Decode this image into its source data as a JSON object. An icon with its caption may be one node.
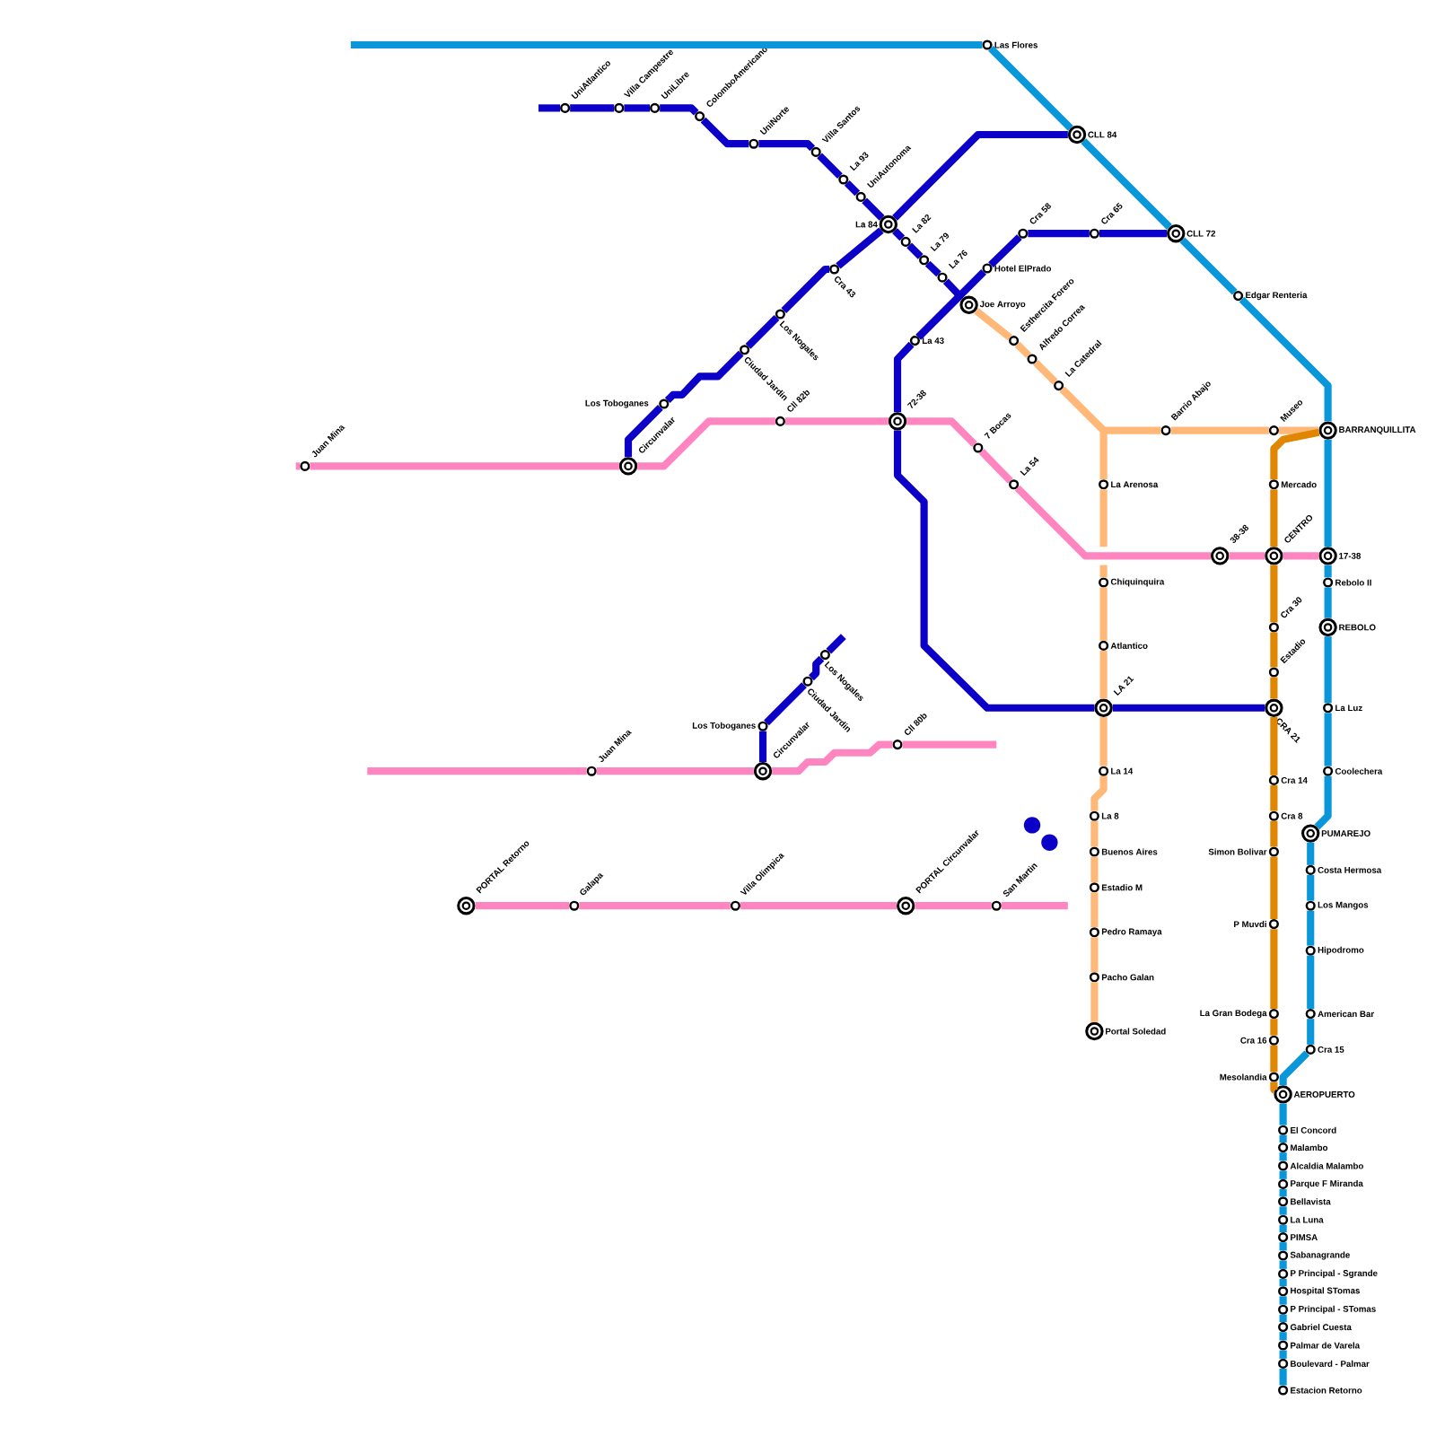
{
  "diagram": {
    "nodes": [
      {
        "text": [
          "Las Flores"
        ]
      },
      {
        "text": [
          "CLL 84"
        ]
      },
      {
        "text": [
          "CLL 72"
        ]
      },
      {
        "text": [
          "Edgar Renteria"
        ]
      },
      {
        "text": [
          "BARRANQUILLITA"
        ]
      },
      {
        "text": [
          "17-38"
        ]
      },
      {
        "text": [
          "Rebolo II"
        ]
      },
      {
        "text": [
          "REBOLO"
        ]
      },
      {
        "text": [
          "La Luz"
        ]
      },
      {
        "text": [
          "Coolechera"
        ]
      },
      {
        "text": [
          "PUMAREJO"
        ]
      },
      {
        "text": [
          "Costa Hermosa"
        ]
      },
      {
        "text": [
          "Los Mangos"
        ]
      },
      {
        "text": [
          "Hipodromo"
        ]
      },
      {
        "text": [
          "American Bar"
        ]
      },
      {
        "text": [
          "Cra 15"
        ]
      },
      {
        "text": [
          "AEROPUERTO"
        ]
      },
      {
        "text": [
          "El Concord"
        ]
      },
      {
        "text": [
          "Malambo"
        ]
      },
      {
        "text": [
          "Alcaldia Malambo"
        ]
      },
      {
        "text": [
          "Parque F Miranda"
        ]
      },
      {
        "text": [
          "Bellavista"
        ]
      },
      {
        "text": [
          "La Luna"
        ]
      },
      {
        "text": [
          "PIMSA"
        ]
      },
      {
        "text": [
          "Sabanagrande"
        ]
      },
      {
        "text": [
          "P Principal - Sgrande"
        ]
      },
      {
        "text": [
          "Hospital STomas"
        ]
      },
      {
        "text": [
          "P Principal - STomas"
        ]
      },
      {
        "text": [
          "Gabriel Cuesta"
        ]
      },
      {
        "text": [
          "Palmar de Varela"
        ]
      },
      {
        "text": [
          "Boulevard - Palmar"
        ]
      },
      {
        "text": [
          "Estacion Retorno"
        ]
      },
      {
        "text": [
          "UniAtlantico"
        ]
      },
      {
        "text": [
          "Villa Campestre"
        ]
      },
      {
        "text": [
          "UniLibre"
        ]
      },
      {
        "text": [
          "ColomboAmericano"
        ]
      },
      {
        "text": [
          "UniNorte"
        ]
      },
      {
        "text": [
          "Villa Santos"
        ]
      },
      {
        "text": [
          "La 93"
        ]
      },
      {
        "text": [
          "UniAutonoma"
        ]
      },
      {
        "text": [
          "La 84"
        ]
      },
      {
        "text": [
          "La 82"
        ]
      },
      {
        "text": [
          "La 79"
        ]
      },
      {
        "text": [
          "La 76"
        ]
      },
      {
        "text": [
          "Cra 43"
        ]
      },
      {
        "text": [
          "Los Nogales"
        ]
      },
      {
        "text": [
          "Ciudad Jardin"
        ]
      },
      {
        "text": [
          "Los Toboganes"
        ]
      },
      {
        "text": [
          "Circunvalar"
        ]
      },
      {
        "text": [
          "Hotel ElPrado"
        ]
      },
      {
        "text": [
          "Cra 58"
        ]
      },
      {
        "text": [
          "Cra 65"
        ]
      },
      {
        "text": [
          "La 43"
        ]
      },
      {
        "text": [
          "72-38"
        ]
      },
      {
        "text": [
          "LA 21"
        ]
      },
      {
        "text": [
          "CRA 21"
        ]
      },
      {
        "text": [
          "Juan Mina"
        ]
      },
      {
        "text": [
          "Cll 82b"
        ]
      },
      {
        "text": [
          "7 Bocas"
        ]
      },
      {
        "text": [
          "La 54"
        ]
      },
      {
        "text": [
          "38-38"
        ]
      },
      {
        "text": [
          "CENTRO"
        ]
      },
      {
        "text": [
          "Juan Mina"
        ]
      },
      {
        "text": [
          "Circunvalar"
        ]
      },
      {
        "text": [
          "Cll 80b"
        ]
      },
      {
        "text": [
          "Los Toboganes"
        ]
      },
      {
        "text": [
          "Ciudad Jardin"
        ]
      },
      {
        "text": [
          "Los Nogales"
        ]
      },
      {
        "text": [
          "PORTAL Retorno"
        ]
      },
      {
        "text": [
          "Galapa"
        ]
      },
      {
        "text": [
          "Villa Olimpica"
        ]
      },
      {
        "text": [
          "PORTAL Circunvalar"
        ]
      },
      {
        "text": [
          "San Martin"
        ]
      },
      {
        "text": [
          "Joe Arroyo"
        ]
      },
      {
        "text": [
          "Esthercita Forero"
        ]
      },
      {
        "text": [
          "Alfredo Correa"
        ]
      },
      {
        "text": [
          "La Catedral"
        ]
      },
      {
        "text": [
          "Barrio Abajo"
        ]
      },
      {
        "text": [
          "Museo"
        ]
      },
      {
        "text": [
          "La Arenosa"
        ]
      },
      {
        "text": [
          "Chiquinquira"
        ]
      },
      {
        "text": [
          "Atlantico"
        ]
      },
      {
        "text": [
          "La 14"
        ]
      },
      {
        "text": [
          "La 8"
        ]
      },
      {
        "text": [
          "Buenos Aires"
        ]
      },
      {
        "text": [
          "Estadio M"
        ]
      },
      {
        "text": [
          "Pedro Ramaya"
        ]
      },
      {
        "text": [
          "Pacho Galan"
        ]
      },
      {
        "text": [
          "Portal Soledad"
        ]
      },
      {
        "text": [
          "Mercado"
        ]
      },
      {
        "text": [
          "Cra 30"
        ]
      },
      {
        "text": [
          "Estadio"
        ]
      },
      {
        "text": [
          "Cra 14"
        ]
      },
      {
        "text": [
          "Cra 8"
        ]
      },
      {
        "text": [
          "Simon Bolivar"
        ]
      },
      {
        "text": [
          "P Muvdi"
        ]
      },
      {
        "text": [
          "La Gran Bodega"
        ]
      },
      {
        "text": [
          "Cra 16"
        ]
      },
      {
        "text": [
          "Mesolandia"
        ]
      }
    ],
    "edges": [
      {
        "from": null,
        "to": 0,
        "arrow": "none",
        "color": "#0a97d9"
      },
      {
        "from": 0,
        "to": 1,
        "arrow": "none",
        "color": "#0a97d9"
      },
      {
        "from": 1,
        "to": 2,
        "arrow": "none",
        "color": "#0a97d9"
      },
      {
        "from": 2,
        "to": 3,
        "arrow": "none",
        "color": "#0a97d9"
      },
      {
        "from": 3,
        "to": 4,
        "arrow": "none",
        "color": "#0a97d9"
      },
      {
        "from": 4,
        "to": 5,
        "arrow": "none",
        "color": "#0a97d9"
      },
      {
        "from": 5,
        "to": 6,
        "arrow": "none",
        "color": "#0a97d9"
      },
      {
        "from": 6,
        "to": 7,
        "arrow": "none",
        "color": "#0a97d9"
      },
      {
        "from": 7,
        "to": 8,
        "arrow": "none",
        "color": "#0a97d9"
      },
      {
        "from": 8,
        "to": 9,
        "arrow": "none",
        "color": "#0a97d9"
      },
      {
        "from": 9,
        "to": 10,
        "arrow": "none",
        "color": "#0a97d9"
      },
      {
        "from": 10,
        "to": 11,
        "arrow": "none",
        "color": "#0a97d9"
      },
      {
        "from": 11,
        "to": 12,
        "arrow": "none",
        "color": "#0a97d9"
      },
      {
        "from": 12,
        "to": 13,
        "arrow": "none",
        "color": "#0a97d9"
      },
      {
        "from": 13,
        "to": 14,
        "arrow": "none",
        "color": "#0a97d9"
      },
      {
        "from": 14,
        "to": 15,
        "arrow": "none",
        "color": "#0a97d9"
      },
      {
        "from": 15,
        "to": 16,
        "arrow": "none",
        "color": "#0a97d9"
      },
      {
        "from": 16,
        "to": 17,
        "arrow": "none",
        "color": "#0a97d9"
      },
      {
        "from": 17,
        "to": 18,
        "arrow": "none",
        "color": "#0a97d9"
      },
      {
        "from": 18,
        "to": 19,
        "arrow": "none",
        "color": "#0a97d9"
      },
      {
        "from": 19,
        "to": 20,
        "arrow": "none",
        "color": "#0a97d9"
      },
      {
        "from": 20,
        "to": 21,
        "arrow": "none",
        "color": "#0a97d9"
      },
      {
        "from": 21,
        "to": 22,
        "arrow": "none",
        "color": "#0a97d9"
      },
      {
        "from": 22,
        "to": 23,
        "arrow": "none",
        "color": "#0a97d9"
      },
      {
        "from": 23,
        "to": 24,
        "arrow": "none",
        "color": "#0a97d9"
      },
      {
        "from": 24,
        "to": 25,
        "arrow": "none",
        "color": "#0a97d9"
      },
      {
        "from": 25,
        "to": 26,
        "arrow": "none",
        "color": "#0a97d9"
      },
      {
        "from": 26,
        "to": 27,
        "arrow": "none",
        "color": "#0a97d9"
      },
      {
        "from": 27,
        "to": 28,
        "arrow": "none",
        "color": "#0a97d9"
      },
      {
        "from": 28,
        "to": 29,
        "arrow": "none",
        "color": "#0a97d9"
      },
      {
        "from": 29,
        "to": 30,
        "arrow": "none",
        "color": "#0a97d9"
      },
      {
        "from": 30,
        "to": 31,
        "arrow": "none",
        "color": "#0a97d9"
      },
      {
        "from": null,
        "to": 32,
        "arrow": "none",
        "color": "#0c00c8"
      },
      {
        "from": 32,
        "to": 33,
        "arrow": "none",
        "color": "#0c00c8"
      },
      {
        "from": 33,
        "to": 34,
        "arrow": "none",
        "color": "#0c00c8"
      },
      {
        "from": 34,
        "to": 35,
        "arrow": "none",
        "color": "#0c00c8"
      },
      {
        "from": 35,
        "to": 36,
        "arrow": "none",
        "color": "#0c00c8"
      },
      {
        "from": 36,
        "to": 37,
        "arrow": "none",
        "color": "#0c00c8"
      },
      {
        "from": 37,
        "to": 38,
        "arrow": "none",
        "color": "#0c00c8"
      },
      {
        "from": 38,
        "to": 39,
        "arrow": "none",
        "color": "#0c00c8"
      },
      {
        "from": 39,
        "to": 40,
        "arrow": "none",
        "color": "#0c00c8"
      },
      {
        "from": 40,
        "to": 41,
        "arrow": "none",
        "color": "#0c00c8"
      },
      {
        "from": 41,
        "to": 42,
        "arrow": "none",
        "color": "#0c00c8"
      },
      {
        "from": 42,
        "to": 43,
        "arrow": "none",
        "color": "#0c00c8"
      },
      {
        "from": 43,
        "to": 52,
        "arrow": "none",
        "color": "#0c00c8"
      },
      {
        "from": 1,
        "to": 40,
        "arrow": "none",
        "color": "#0c00c8"
      },
      {
        "from": 40,
        "to": 44,
        "arrow": "none",
        "color": "#0c00c8"
      },
      {
        "from": 44,
        "to": 45,
        "arrow": "none",
        "color": "#0c00c8"
      },
      {
        "from": 45,
        "to": 46,
        "arrow": "none",
        "color": "#0c00c8"
      },
      {
        "from": 46,
        "to": 47,
        "arrow": "none",
        "color": "#0c00c8"
      },
      {
        "from": 47,
        "to": 48,
        "arrow": "none",
        "color": "#0c00c8"
      },
      {
        "from": 2,
        "to": 51,
        "arrow": "none",
        "color": "#0c00c8"
      },
      {
        "from": 51,
        "to": 50,
        "arrow": "none",
        "color": "#0c00c8"
      },
      {
        "from": 50,
        "to": 49,
        "arrow": "none",
        "color": "#0c00c8"
      },
      {
        "from": 49,
        "to": 52,
        "arrow": "none",
        "color": "#0c00c8"
      },
      {
        "from": 52,
        "to": 53,
        "arrow": "none",
        "color": "#0c00c8"
      },
      {
        "from": 53,
        "to": 54,
        "arrow": "none",
        "color": "#0c00c8"
      },
      {
        "from": 54,
        "to": 55,
        "arrow": "none",
        "color": "#0c00c8"
      },
      {
        "from": 63,
        "to": 65,
        "arrow": "none",
        "color": "#0c00c8"
      },
      {
        "from": 65,
        "to": 66,
        "arrow": "none",
        "color": "#0c00c8"
      },
      {
        "from": 66,
        "to": 67,
        "arrow": "none",
        "color": "#0c00c8"
      },
      {
        "from": 67,
        "to": null,
        "arrow": "none",
        "color": "#0c00c8"
      },
      {
        "from": null,
        "to": 56,
        "arrow": "none",
        "color": "#ff85c0"
      },
      {
        "from": 56,
        "to": 48,
        "arrow": "none",
        "color": "#ff85c0"
      },
      {
        "from": 48,
        "to": 57,
        "arrow": "none",
        "color": "#ff85c0"
      },
      {
        "from": 57,
        "to": 53,
        "arrow": "none",
        "color": "#ff85c0"
      },
      {
        "from": 53,
        "to": 58,
        "arrow": "none",
        "color": "#ff85c0"
      },
      {
        "from": 58,
        "to": 59,
        "arrow": "none",
        "color": "#ff85c0"
      },
      {
        "from": 59,
        "to": 60,
        "arrow": "none",
        "color": "#ff85c0"
      },
      {
        "from": 60,
        "to": 61,
        "arrow": "none",
        "color": "#ff85c0"
      },
      {
        "from": 61,
        "to": 5,
        "arrow": "none",
        "color": "#ff85c0"
      },
      {
        "from": null,
        "to": 62,
        "arrow": "none",
        "color": "#ff85c0"
      },
      {
        "from": 62,
        "to": 63,
        "arrow": "none",
        "color": "#ff85c0"
      },
      {
        "from": 63,
        "to": 64,
        "arrow": "none",
        "color": "#ff85c0"
      },
      {
        "from": 64,
        "to": null,
        "arrow": "none",
        "color": "#ff85c0"
      },
      {
        "from": 68,
        "to": 69,
        "arrow": "none",
        "color": "#ff85c0"
      },
      {
        "from": 69,
        "to": 70,
        "arrow": "none",
        "color": "#ff85c0"
      },
      {
        "from": 70,
        "to": 71,
        "arrow": "none",
        "color": "#ff85c0"
      },
      {
        "from": 71,
        "to": 72,
        "arrow": "none",
        "color": "#ff85c0"
      },
      {
        "from": 72,
        "to": null,
        "arrow": "none",
        "color": "#ff85c0"
      },
      {
        "from": 73,
        "to": 74,
        "arrow": "none",
        "color": "#ffb878"
      },
      {
        "from": 74,
        "to": 75,
        "arrow": "none",
        "color": "#ffb878"
      },
      {
        "from": 75,
        "to": 76,
        "arrow": "none",
        "color": "#ffb878"
      },
      {
        "from": 76,
        "to": 77,
        "arrow": "none",
        "color": "#ffb878"
      },
      {
        "from": 77,
        "to": 78,
        "arrow": "none",
        "color": "#ffb878"
      },
      {
        "from": 78,
        "to": 4,
        "arrow": "none",
        "color": "#ffb878"
      },
      {
        "from": 76,
        "to": 79,
        "arrow": "none",
        "color": "#ffb878"
      },
      {
        "from": 79,
        "to": null,
        "arrow": "none",
        "color": "#ffb878"
      },
      {
        "from": null,
        "to": 80,
        "arrow": "none",
        "color": "#ffb878"
      },
      {
        "from": 80,
        "to": 81,
        "arrow": "none",
        "color": "#ffb878"
      },
      {
        "from": 81,
        "to": 54,
        "arrow": "none",
        "color": "#ffb878"
      },
      {
        "from": 54,
        "to": 82,
        "arrow": "none",
        "color": "#ffb878"
      },
      {
        "from": 82,
        "to": 83,
        "arrow": "none",
        "color": "#ffb878"
      },
      {
        "from": 83,
        "to": 84,
        "arrow": "none",
        "color": "#ffb878"
      },
      {
        "from": 84,
        "to": 85,
        "arrow": "none",
        "color": "#ffb878"
      },
      {
        "from": 85,
        "to": 86,
        "arrow": "none",
        "color": "#ffb878"
      },
      {
        "from": 86,
        "to": 87,
        "arrow": "none",
        "color": "#ffb878"
      },
      {
        "from": 87,
        "to": 88,
        "arrow": "none",
        "color": "#ffb878"
      },
      {
        "from": 4,
        "to": 89,
        "arrow": "none",
        "color": "#e08600"
      },
      {
        "from": 89,
        "to": 61,
        "arrow": "none",
        "color": "#e08600"
      },
      {
        "from": 61,
        "to": 90,
        "arrow": "none",
        "color": "#e08600"
      },
      {
        "from": 90,
        "to": 91,
        "arrow": "none",
        "color": "#e08600"
      },
      {
        "from": 91,
        "to": 55,
        "arrow": "none",
        "color": "#e08600"
      },
      {
        "from": 55,
        "to": 92,
        "arrow": "none",
        "color": "#e08600"
      },
      {
        "from": 92,
        "to": 93,
        "arrow": "none",
        "color": "#e08600"
      },
      {
        "from": 93,
        "to": 94,
        "arrow": "none",
        "color": "#e08600"
      },
      {
        "from": 94,
        "to": 95,
        "arrow": "none",
        "color": "#e08600"
      },
      {
        "from": 95,
        "to": 96,
        "arrow": "none",
        "color": "#e08600"
      },
      {
        "from": 96,
        "to": 97,
        "arrow": "none",
        "color": "#e08600"
      },
      {
        "from": 97,
        "to": 98,
        "arrow": "none",
        "color": "#e08600"
      },
      {
        "from": 98,
        "to": 16,
        "arrow": "none",
        "color": "#e08600"
      }
    ]
  }
}
